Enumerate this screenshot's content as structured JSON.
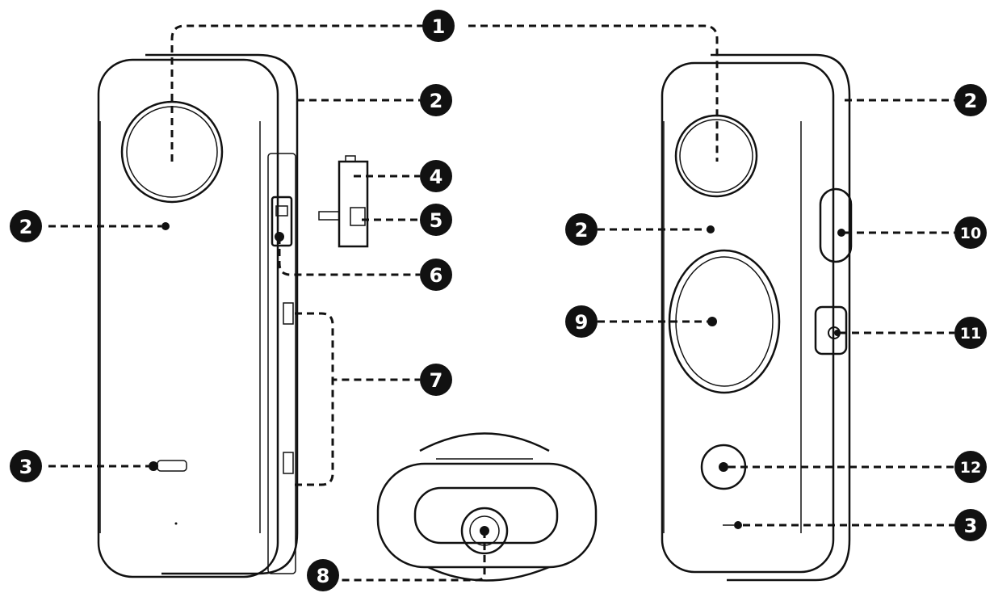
{
  "diagram": {
    "callouts": [
      {
        "id": "c1",
        "label": "1"
      },
      {
        "id": "c2a",
        "label": "2"
      },
      {
        "id": "c2b",
        "label": "2"
      },
      {
        "id": "c2c",
        "label": "2"
      },
      {
        "id": "c2d",
        "label": "2"
      },
      {
        "id": "c3a",
        "label": "3"
      },
      {
        "id": "c3b",
        "label": "3"
      },
      {
        "id": "c4",
        "label": "4"
      },
      {
        "id": "c5",
        "label": "5"
      },
      {
        "id": "c6",
        "label": "6"
      },
      {
        "id": "c7",
        "label": "7"
      },
      {
        "id": "c8",
        "label": "8"
      },
      {
        "id": "c9",
        "label": "9"
      },
      {
        "id": "c10",
        "label": "10"
      },
      {
        "id": "c11",
        "label": "11"
      },
      {
        "id": "c12",
        "label": "12"
      }
    ],
    "colors": {
      "ink": "#111111",
      "paper": "#ffffff"
    }
  }
}
